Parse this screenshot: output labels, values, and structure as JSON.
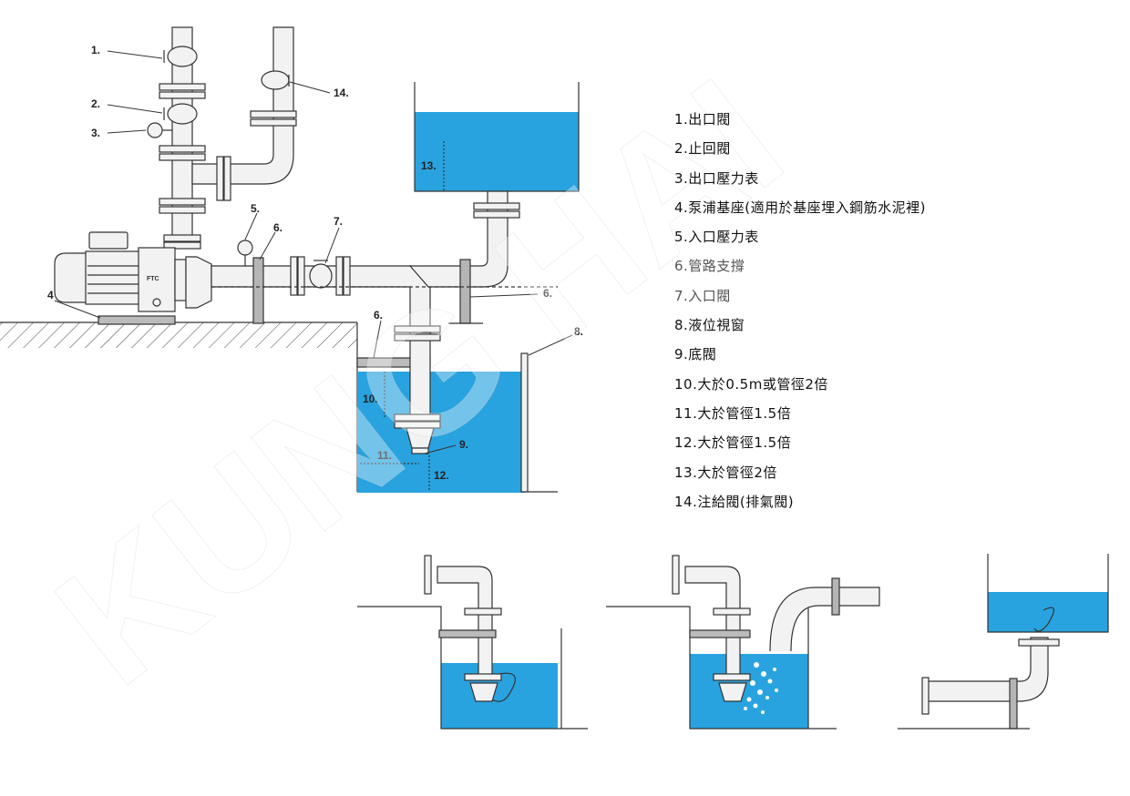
{
  "watermark": "KUNG HAI",
  "motor": {
    "brand": "FTC"
  },
  "callouts": {
    "c1": "1.",
    "c2": "2.",
    "c3": "3.",
    "c4": "4",
    "c5": "5.",
    "c6a": "6.",
    "c6b": "6.",
    "c6c": "6.",
    "c7": "7.",
    "c8": "8.",
    "c9": "9.",
    "c10": "10.",
    "c11": "11.",
    "c12": "12.",
    "c13": "13.",
    "c14": "14."
  },
  "legend": [
    {
      "text": "1.出口閥",
      "muted": false
    },
    {
      "text": "2.止回閥",
      "muted": false
    },
    {
      "text": "3.出口壓力表",
      "muted": false
    },
    {
      "text": "4.泵浦基座(適用於基座埋入鋼筋水泥裡)",
      "muted": false
    },
    {
      "text": "5.入口壓力表",
      "muted": false
    },
    {
      "text": "6.管路支撐",
      "muted": true
    },
    {
      "text": "7.入口閥",
      "muted": true
    },
    {
      "text": "8.液位視窗",
      "muted": false
    },
    {
      "text": "9.底閥",
      "muted": false
    },
    {
      "text": "10.大於0.5m或管徑2倍",
      "muted": false
    },
    {
      "text": "11.大於管徑1.5倍",
      "muted": false
    },
    {
      "text": "12.大於管徑1.5倍",
      "muted": false
    },
    {
      "text": "13.大於管徑2倍",
      "muted": false
    },
    {
      "text": "14.注給閥(排氣閥)",
      "muted": false
    }
  ],
  "colors": {
    "water": "#29a3df",
    "pipe": "#f2f2f2",
    "stroke": "#333333",
    "support": "#b5b5b5"
  }
}
